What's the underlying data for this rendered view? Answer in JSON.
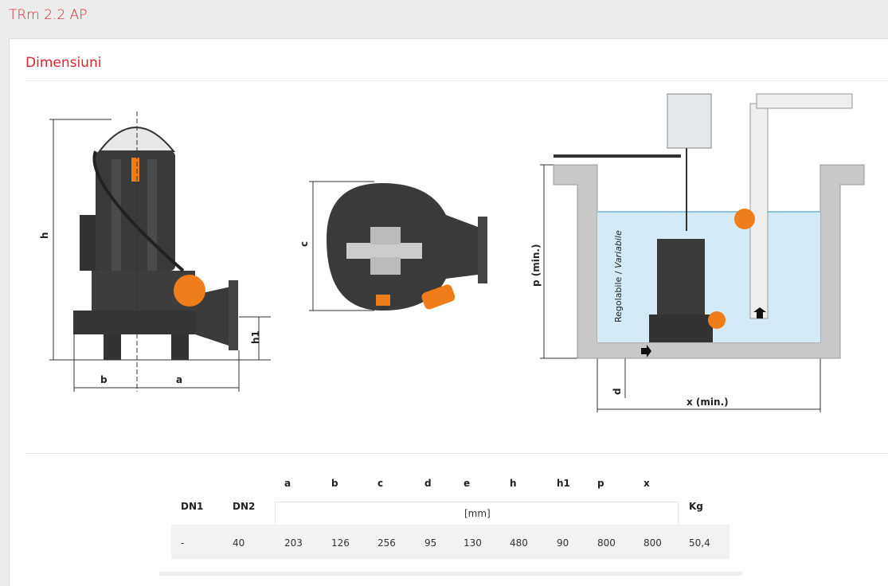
{
  "header": {
    "title": "TRm 2.2 AP"
  },
  "section": {
    "title": "Dimensiuni"
  },
  "diagram": {
    "h": "h",
    "b": "b",
    "a": "a",
    "h1": "h1",
    "c": "c",
    "p": "p  (min.)",
    "regolabile": "Regolabile / ",
    "variabile": "Variabile",
    "d": "d",
    "x": "x (min.)"
  },
  "table": {
    "dim_headers": [
      "a",
      "b",
      "c",
      "d",
      "e",
      "h",
      "h1",
      "p",
      "x"
    ],
    "dn1": "DN1",
    "dn2": "DN2",
    "unit": "[mm]",
    "kg": "Kg",
    "row": [
      "-",
      "40",
      "203",
      "126",
      "256",
      "95",
      "130",
      "480",
      "90",
      "800",
      "800",
      "50,4"
    ]
  }
}
